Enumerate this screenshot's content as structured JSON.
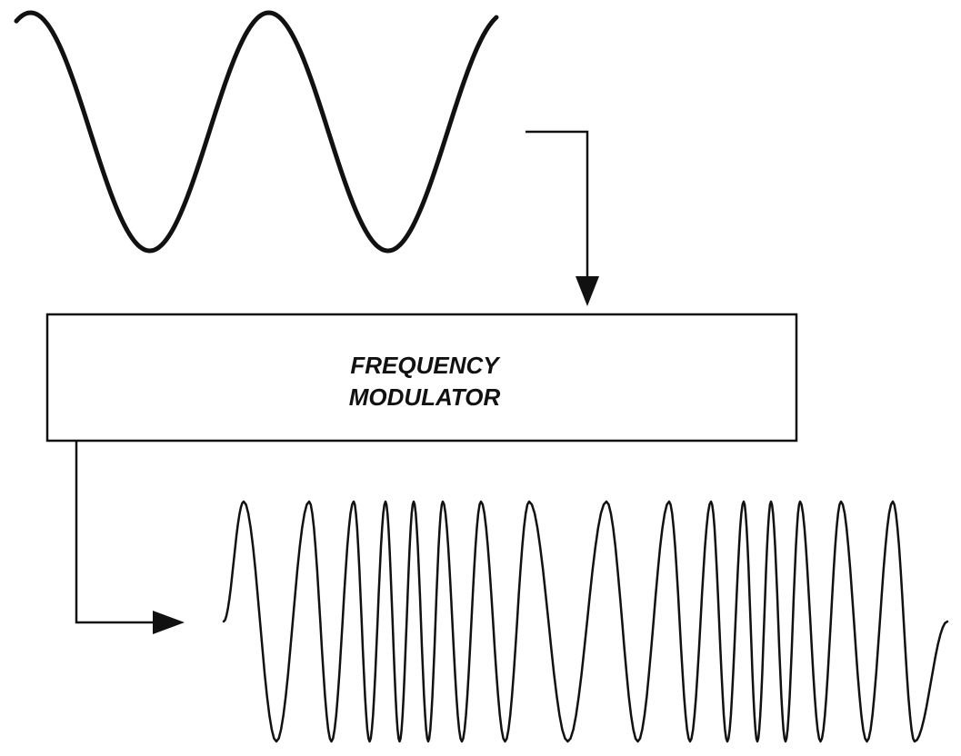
{
  "modulator_block": {
    "label_line1": "FREQUENCY",
    "label_line2": "MODULATOR"
  },
  "input_signal": {
    "kind": "sine",
    "cycles_shown": 2
  },
  "output_signal": {
    "kind": "frequency-modulated"
  },
  "colors": {
    "ink": "#111111",
    "background": "#ffffff"
  }
}
